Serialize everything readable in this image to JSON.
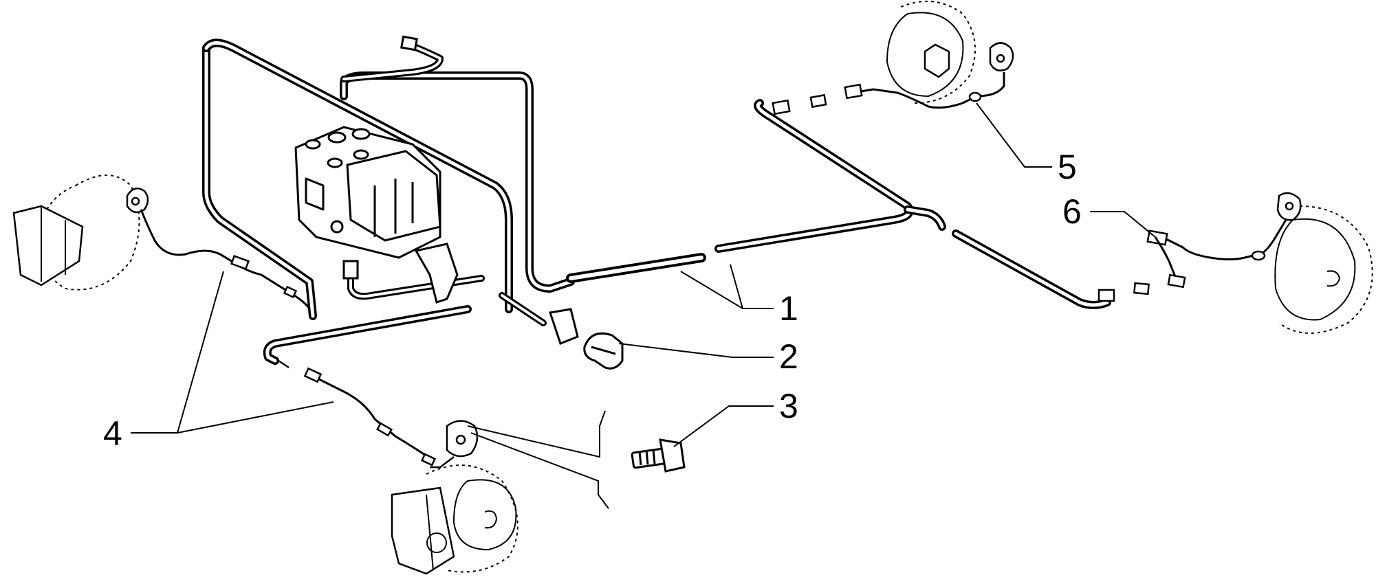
{
  "diagram": {
    "colors": {
      "stroke": "#000000",
      "background": "#ffffff",
      "fill": "#ffffff"
    },
    "callouts": [
      {
        "id": "1",
        "label": "1"
      },
      {
        "id": "2",
        "label": "2"
      },
      {
        "id": "3",
        "label": "3"
      },
      {
        "id": "4",
        "label": "4"
      },
      {
        "id": "5",
        "label": "5"
      },
      {
        "id": "6",
        "label": "6"
      }
    ],
    "parts": [
      {
        "name": "abs-hydraulic-unit",
        "callout": ""
      },
      {
        "name": "abs-harness-tube",
        "callout": "1"
      },
      {
        "name": "harness-connector-cover",
        "callout": "2"
      },
      {
        "name": "sensor-mounting-bolt",
        "callout": "3"
      },
      {
        "name": "front-wheel-speed-sensor",
        "callout": "4"
      },
      {
        "name": "rear-left-wheel-speed-sensor",
        "callout": "5"
      },
      {
        "name": "rear-right-wheel-speed-sensor",
        "callout": "6"
      }
    ]
  }
}
